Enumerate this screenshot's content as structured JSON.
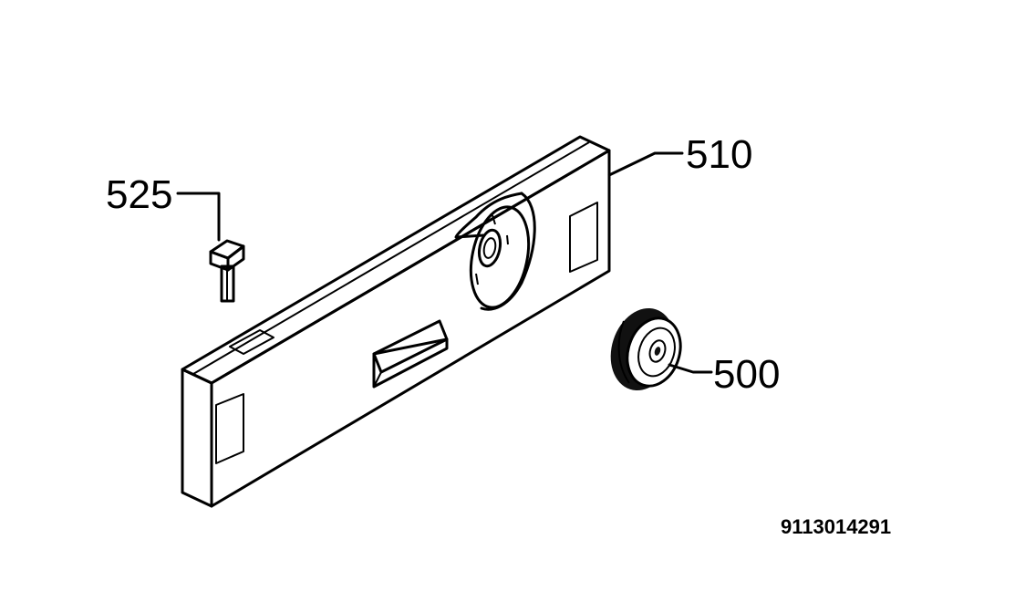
{
  "labels": {
    "part_525": "525",
    "part_510": "510",
    "part_500": "500"
  },
  "document_id": "9113014291",
  "colors": {
    "line": "#000000",
    "panel_face": "#f6f6f6",
    "knob_dark": "#111111",
    "background": "#ffffff"
  }
}
